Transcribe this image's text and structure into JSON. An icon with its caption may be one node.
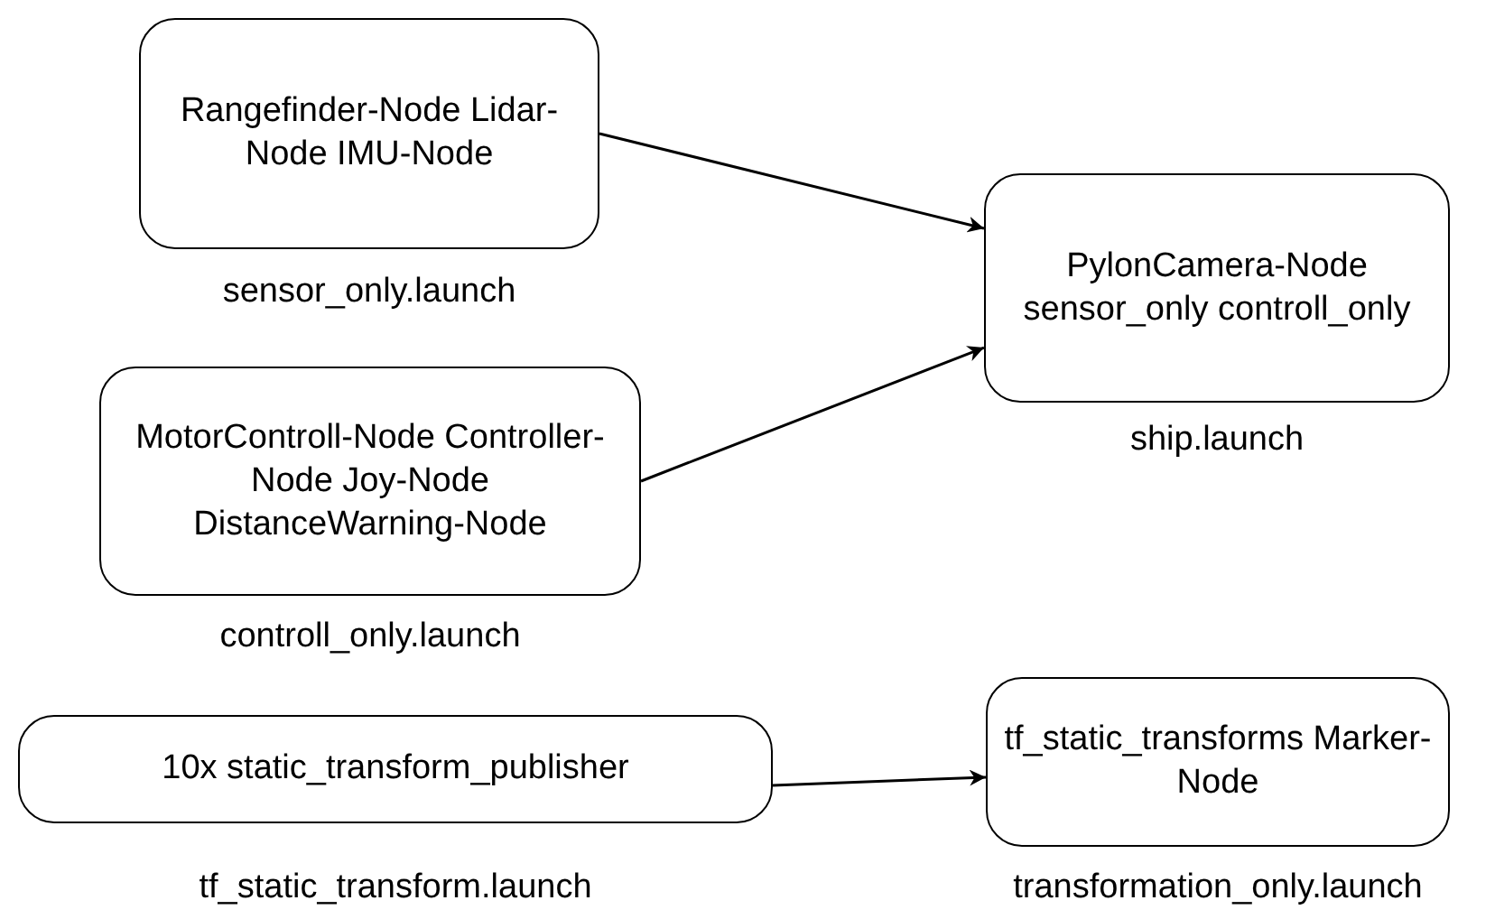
{
  "diagram": {
    "nodes": [
      {
        "text": [
          "Rangefinder-Node Lidar-Node IMU-Node"
        ],
        "beside": [
          "sensor_only.launch"
        ]
      },
      {
        "text": [
          "PylonCamera-Node sensor_only controll_only"
        ],
        "beside": [
          "ship.launch"
        ]
      },
      {
        "text": [
          "MotorControll-Node Controller-Node Joy-Node DistanceWarning-Node"
        ],
        "beside": [
          "controll_only.launch"
        ]
      },
      {
        "text": [
          "10x static_transform_publisher"
        ],
        "beside": [
          "tf_static_transform.launch"
        ]
      },
      {
        "text": [
          "tf_static_transforms Marker-Node"
        ],
        "beside": [
          "transformation_only.launch"
        ]
      }
    ],
    "edges": [
      {
        "from": 0,
        "to": 1,
        "arrow": "to"
      },
      {
        "from": 2,
        "to": 1,
        "arrow": "to"
      },
      {
        "from": 3,
        "to": 4,
        "arrow": "to"
      }
    ]
  }
}
